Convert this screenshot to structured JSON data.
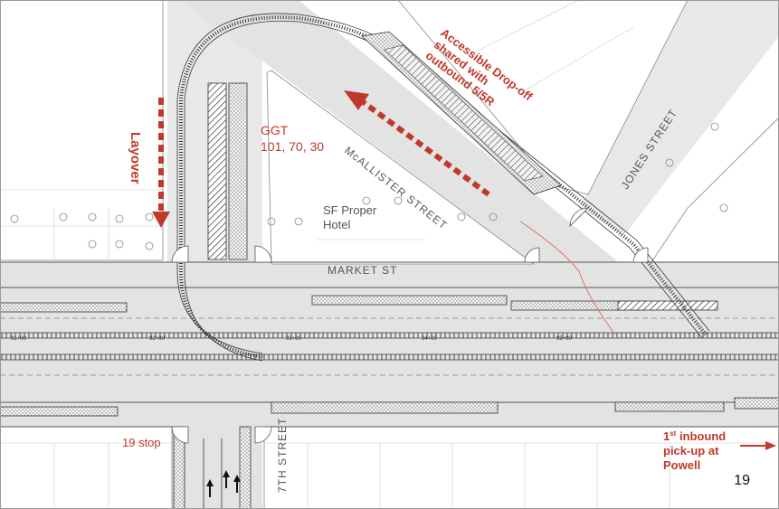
{
  "annotations": {
    "drop_off": [
      "Accessible Drop-off",
      "shared with",
      "outbound 5/5R"
    ],
    "layover": "Layover",
    "ggt": [
      "GGT",
      "101, 70, 30"
    ],
    "hotel": [
      "SF Proper",
      "Hotel"
    ],
    "stop_19": "19 stop",
    "pickup": {
      "ordinal": "1",
      "ordinal_suffix": "st",
      "line1_rest": " inbound",
      "line2": "pick-up at",
      "line3": "Powell"
    }
  },
  "streets": {
    "mcallister": "McALLISTER STREET",
    "jones": "JONES STREET",
    "market": "MARKET ST",
    "seventh": "7TH STREET"
  },
  "stations": [
    "93+00",
    "94+00",
    "95+00",
    "92+00",
    "91+00"
  ],
  "page_number": "19",
  "colors": {
    "accent_red": "#c0392b",
    "street_gray": "#e3e3e3",
    "sidewalk": "#ffffff",
    "track": "#333333"
  }
}
